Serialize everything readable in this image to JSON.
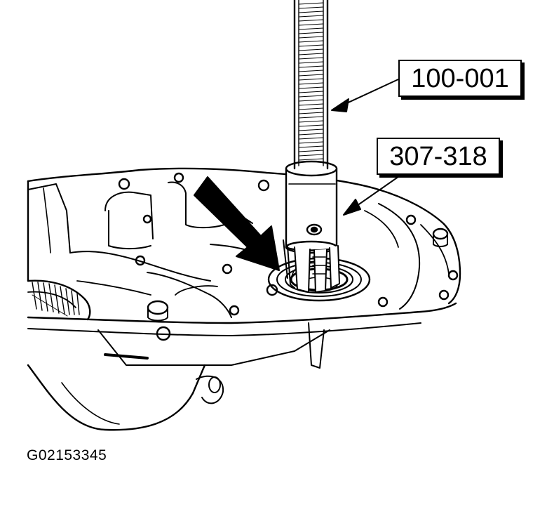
{
  "callouts": {
    "tool_1": "100-001",
    "tool_2": "307-318"
  },
  "figure_id": "G02153345",
  "colors": {
    "line": "#000000",
    "background": "#ffffff"
  }
}
